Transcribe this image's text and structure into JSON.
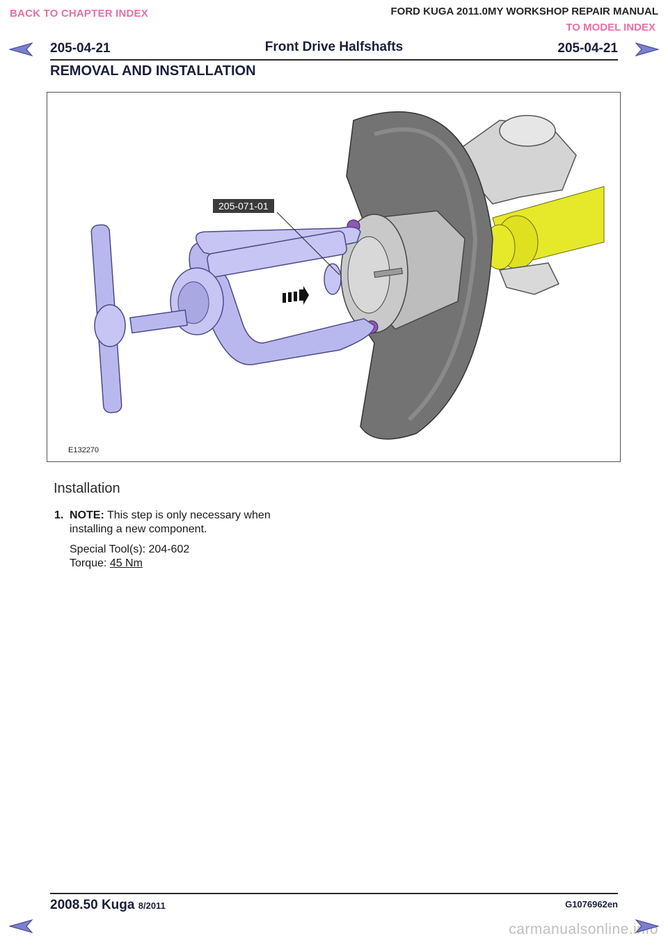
{
  "header": {
    "back_to_chapter": "BACK TO CHAPTER INDEX",
    "manual_title": "FORD KUGA 2011.0MY WORKSHOP REPAIR MANUAL",
    "to_model_index": "TO MODEL INDEX",
    "section_number_left": "205-04-21",
    "section_title": "Front Drive Halfshafts",
    "section_number_right": "205-04-21",
    "procedure_title": "REMOVAL AND INSTALLATION"
  },
  "figure": {
    "callout_tool": "205-071-01",
    "figure_id": "E132270"
  },
  "content": {
    "installation_heading": "Installation",
    "step_number": "1.",
    "note_label": "NOTE:",
    "note_text": " This step is only necessary when",
    "note_text_2": "installing a new component.",
    "special_tools": "Special Tool(s): 204-602",
    "torque_label": "Torque: ",
    "torque_value": "45 Nm"
  },
  "footer": {
    "model": "2008.50 Kuga",
    "date": "8/2011",
    "code": "G1076962en",
    "watermark": "carmanualsonline.info"
  },
  "colors": {
    "link_pink": "#e86fa8",
    "nav_arrow": "#7b7fcf",
    "heading_navy": "#1b1f3a",
    "tool_lavender": "#b9b8ee",
    "shaft_yellow": "#e6e82a",
    "disc_gray": "#6f6f6f"
  }
}
